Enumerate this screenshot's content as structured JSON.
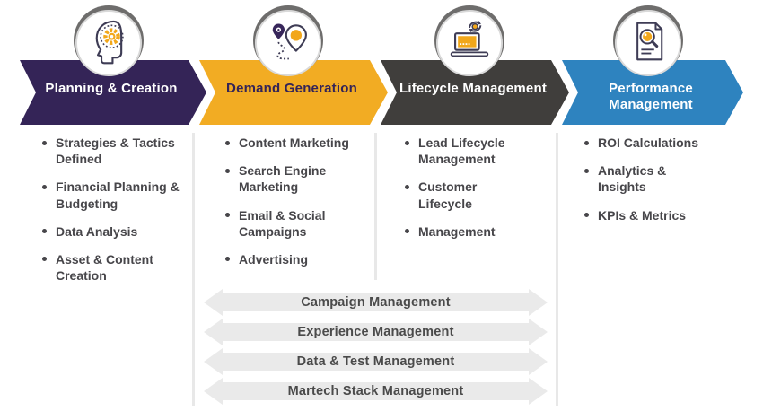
{
  "palette": {
    "background": "#ffffff",
    "stage1_purple": "#342457",
    "stage2_yellow": "#F2AC23",
    "stage3_charcoal": "#403E3C",
    "stage4_blue": "#2E83BF",
    "icon_ink": "#3E3C55",
    "icon_accent": "#F2A71B",
    "list_text": "#47464A",
    "divider_gray": "#e8e8e8",
    "arrow_fill": "#eaeaea",
    "arrow_text": "#4a4a4a",
    "white": "#ffffff"
  },
  "stages": [
    {
      "label": "Planning & Creation",
      "color": "#342457",
      "text_color": "#ffffff",
      "icon": "brain-gear-icon",
      "items": [
        "Strategies & Tactics Defined",
        "Financial Planning & Budgeting",
        "Data Analysis",
        "Asset & Content Creation"
      ]
    },
    {
      "label": "Demand Generation",
      "color": "#F2AC23",
      "text_color": "#342457",
      "icon": "journey-pins-icon",
      "items": [
        "Content Marketing",
        "Search Engine Marketing",
        "Email & Social Campaigns",
        "Advertising"
      ]
    },
    {
      "label": "Lifecycle Management",
      "color": "#403E3C",
      "text_color": "#ffffff",
      "icon": "laptop-sync-icon",
      "items": [
        "Lead Lifecycle Management",
        "Customer Lifecycle",
        "Management"
      ]
    },
    {
      "label": "Performance Management",
      "color": "#2E83BF",
      "text_color": "#ffffff",
      "icon": "report-magnifier-icon",
      "items": [
        "ROI Calculations",
        "Analytics & Insights",
        "KPIs & Metrics"
      ]
    }
  ],
  "management_bars": [
    "Campaign Management",
    "Experience Management",
    "Data & Test Management",
    "Martech Stack Management"
  ]
}
